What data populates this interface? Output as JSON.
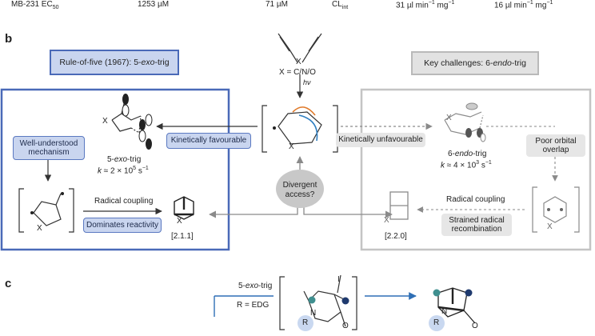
{
  "top_row": {
    "cell1": "MB-231 EC",
    "cell1_sub": "50",
    "cell2": "1253 µM",
    "cell3": "71 µM",
    "cell4": "CL",
    "cell4_sub": "int",
    "cell5": "31 µl min",
    "cell5_sup1": "−1",
    "cell5_mid": " mg",
    "cell5_sup2": "−1",
    "cell6": "16 µl min",
    "cell6_sup1": "−1",
    "cell6_mid": " mg",
    "cell6_sup2": "−1"
  },
  "panel_b": {
    "letter": "b",
    "left_header": {
      "prefix": "Rule-of-five (1967): 5-",
      "italic": "exo",
      "suffix": "-trig"
    },
    "right_header": {
      "prefix": "Key challenges: 6-",
      "italic": "endo",
      "suffix": "-trig"
    },
    "x_label_center": "X = C/N/O",
    "hv": "hν",
    "kinetically_favourable": "Kinetically favourable",
    "kinetically_unfavourable": "Kinetically unfavourable",
    "well_understood": "Well-understood mechanism",
    "exo_label": {
      "prefix": "5-",
      "italic": "exo",
      "suffix": "-trig"
    },
    "exo_rate": {
      "k": "k",
      "text": " ≈ 2 × 10",
      "sup": "5",
      "unit": " s",
      "unit_sup": "−1"
    },
    "endo_label": {
      "prefix": "6-",
      "italic": "endo",
      "suffix": "-trig"
    },
    "endo_rate": {
      "k": "k",
      "text": " ≈ 4 × 10",
      "sup": "3",
      "unit": " s",
      "unit_sup": "−1"
    },
    "divergent": "Divergent access?",
    "radical_coupling_left": "Radical coupling",
    "dominates": "Dominates reactivity",
    "bicyclo_211": "[2.1.1]",
    "radical_coupling_right": "Radical coupling",
    "strained": "Strained radical recombination",
    "bicyclo_220": "[2.2.0]",
    "poor_orbital": "Poor orbital overlap",
    "atom_x": "X"
  },
  "panel_c": {
    "letter": "c",
    "exo_label": {
      "prefix": "5-",
      "italic": "exo",
      "suffix": "-trig"
    },
    "r_edg": "R = EDG",
    "n_label": "N",
    "o_label": "O",
    "r_label": "R",
    "i_label": "I"
  },
  "colors": {
    "blue_border": "#4a6ab8",
    "blue_fill": "#c9d5ef",
    "grey_border": "#b9b9b9",
    "grey_fill": "#e2e2e2",
    "teal_dot": "#3f8f8f",
    "navy_dot": "#1f3a6e",
    "orange_arc": "#e07a2a",
    "blue_arc": "#2f7fc1"
  }
}
